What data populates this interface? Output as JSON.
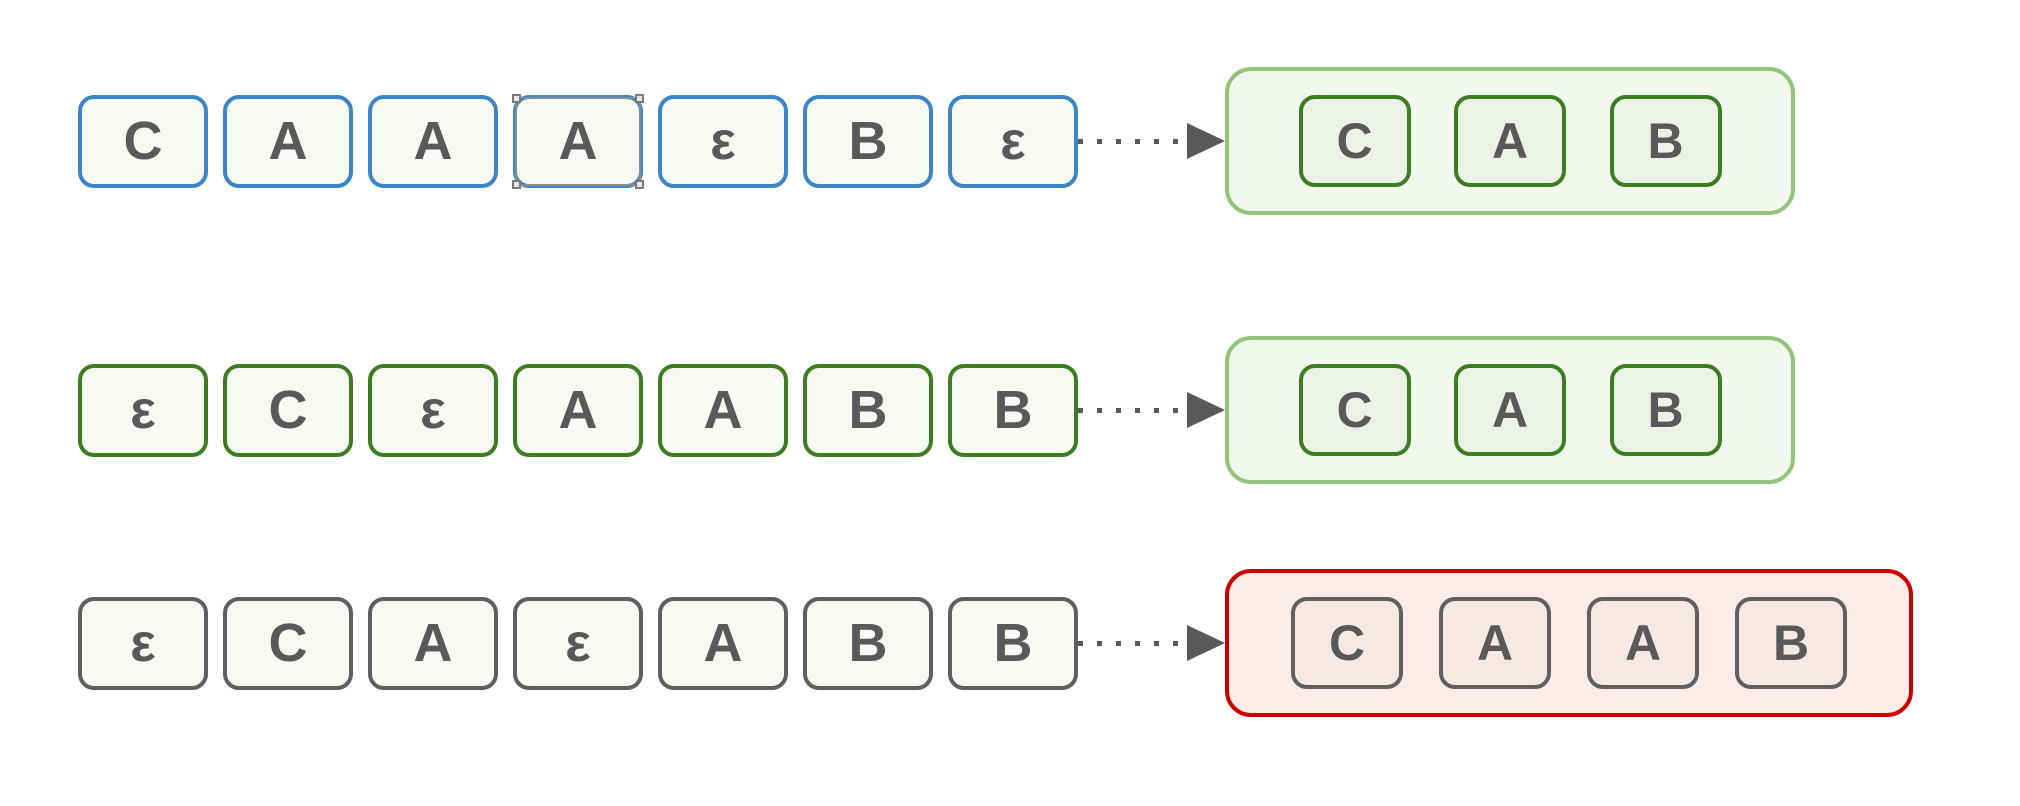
{
  "diagram": {
    "description": "Three token sequences collapsing to output sequences (CTC-style alignment diagram)",
    "colors": {
      "background": "#ffffff",
      "token_fill": "#f7f9f3",
      "blue_border": "#3d85c6",
      "dark_green_border": "#3c7d21",
      "light_green_border": "#93c47d",
      "green_container_fill": "#f3f8ee",
      "green_token_fill": "#ecf3e6",
      "gray_border": "#5f5f5f",
      "red_border": "#cc0000",
      "red_container_fill": "#fbece8",
      "red_token_fill": "#f8e8e2",
      "letter_color": "#595959",
      "arrow_color": "#595959",
      "selection_color": "#8c8c8c"
    },
    "rows": [
      {
        "source": {
          "border_style": "blue",
          "tokens": [
            {
              "label": "C",
              "selected": false
            },
            {
              "label": "A",
              "selected": false
            },
            {
              "label": "A",
              "selected": false
            },
            {
              "label": "A",
              "selected": true
            },
            {
              "label": "ε",
              "selected": false
            },
            {
              "label": "B",
              "selected": false
            },
            {
              "label": "ε",
              "selected": false
            }
          ]
        },
        "arrow": {
          "style": "dotted",
          "head": "solid-triangle-right"
        },
        "result": {
          "container_style": "green",
          "tokens": [
            {
              "label": "C"
            },
            {
              "label": "A"
            },
            {
              "label": "B"
            }
          ]
        }
      },
      {
        "source": {
          "border_style": "green",
          "tokens": [
            {
              "label": "ε",
              "selected": false
            },
            {
              "label": "C",
              "selected": false
            },
            {
              "label": "ε",
              "selected": false
            },
            {
              "label": "A",
              "selected": false
            },
            {
              "label": "A",
              "selected": false
            },
            {
              "label": "B",
              "selected": false
            },
            {
              "label": "B",
              "selected": false
            }
          ]
        },
        "arrow": {
          "style": "dotted",
          "head": "solid-triangle-right"
        },
        "result": {
          "container_style": "green",
          "tokens": [
            {
              "label": "C"
            },
            {
              "label": "A"
            },
            {
              "label": "B"
            }
          ]
        }
      },
      {
        "source": {
          "border_style": "gray",
          "tokens": [
            {
              "label": "ε",
              "selected": false
            },
            {
              "label": "C",
              "selected": false
            },
            {
              "label": "A",
              "selected": false
            },
            {
              "label": "ε",
              "selected": false
            },
            {
              "label": "A",
              "selected": false
            },
            {
              "label": "B",
              "selected": false
            },
            {
              "label": "B",
              "selected": false
            }
          ]
        },
        "arrow": {
          "style": "dotted",
          "head": "solid-triangle-right"
        },
        "result": {
          "container_style": "red",
          "tokens": [
            {
              "label": "C"
            },
            {
              "label": "A"
            },
            {
              "label": "A"
            },
            {
              "label": "B"
            }
          ]
        }
      }
    ]
  }
}
